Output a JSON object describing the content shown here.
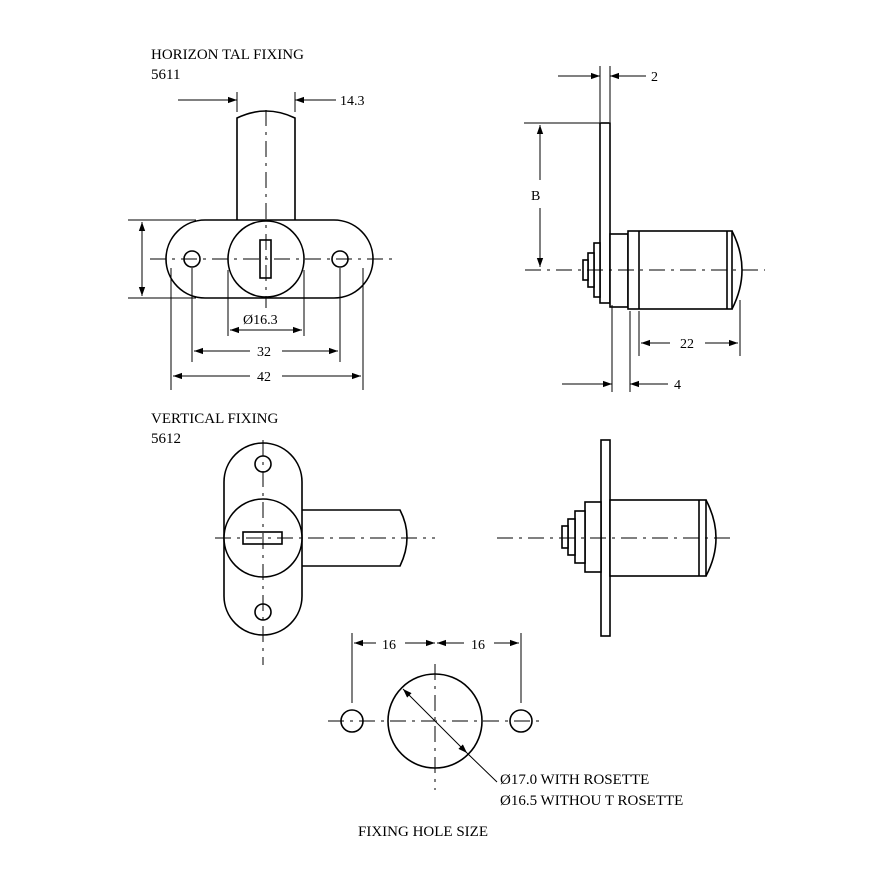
{
  "horizontal": {
    "title": "HORIZON TAL FIXING",
    "code": "5611",
    "dim_14_3": "14.3",
    "dim_dia_16_3": "Ø16.3",
    "dim_32": "32",
    "dim_42": "42"
  },
  "side": {
    "dim_2": "2",
    "dim_B": "B",
    "dim_22": "22",
    "dim_4": "4"
  },
  "vertical": {
    "title": "VERTICAL FIXING",
    "code": "5612"
  },
  "hole": {
    "dim_16_left": "16",
    "dim_16_right": "16",
    "note_with": "Ø17.0 WITH ROSETTE",
    "note_without": "Ø16.5 WITHOU T ROSETTE",
    "caption": "FIXING HOLE SIZE"
  }
}
